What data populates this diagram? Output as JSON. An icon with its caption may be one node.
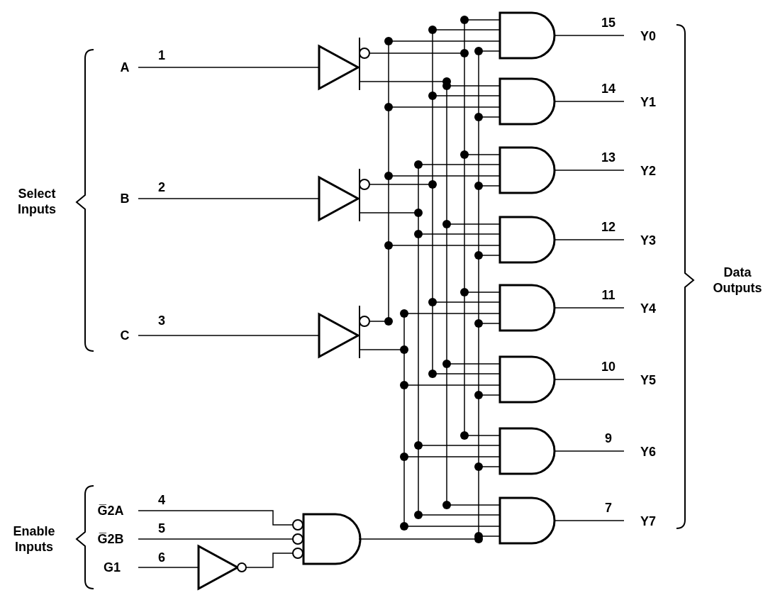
{
  "diagram": {
    "labels": [
      "Select Inputs",
      "A",
      "1",
      "B",
      "2",
      "C",
      "3",
      "Enable Inputs",
      "G̅2A",
      "4",
      "G̅2B",
      "5",
      "G1",
      "6",
      "15",
      "Y0",
      "14",
      "Y1",
      "13",
      "Y2",
      "12",
      "Y3",
      "11",
      "Y4",
      "10",
      "Y5",
      "9",
      "Y6",
      "7",
      "Y7",
      "Data Outputs"
    ]
  }
}
